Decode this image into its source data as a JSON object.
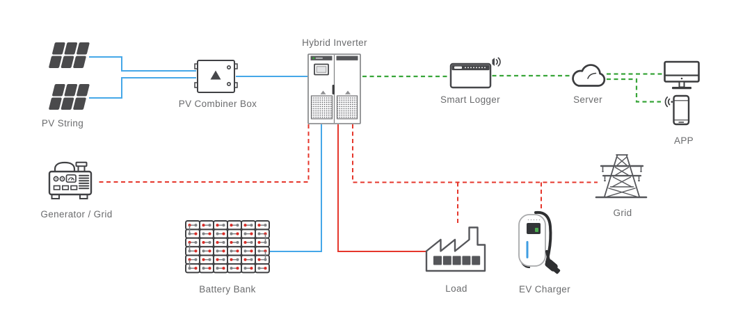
{
  "labels": {
    "pv_string": "PV String",
    "pv_combiner_box": "PV Combiner Box",
    "hybrid_inverter": "Hybrid Inverter",
    "smart_logger": "Smart Logger",
    "server": "Server",
    "app": "APP",
    "generator_grid": "Generator / Grid",
    "battery_bank": "Battery Bank",
    "load": "Load",
    "ev_charger": "EV Charger",
    "grid": "Grid"
  },
  "colors": {
    "pv_dc_blue": "#45a7e8",
    "power_red": "#e5362b",
    "comm_green": "#38a539",
    "icon_dark": "#404144",
    "icon_mid": "#55565a",
    "panel_dark": "#4a4a4c",
    "label_gray": "#6a6b6d",
    "led_blue": "#3f9de2",
    "terminal_red": "#d92b26",
    "terminal_gray": "#808184"
  },
  "connections": [
    {
      "from": "pv_string",
      "to": "pv_combiner_box",
      "style": "solid",
      "color": "blue"
    },
    {
      "from": "pv_combiner_box",
      "to": "hybrid_inverter",
      "style": "solid",
      "color": "blue"
    },
    {
      "from": "hybrid_inverter",
      "to": "battery_bank",
      "style": "solid",
      "color": "blue"
    },
    {
      "from": "hybrid_inverter",
      "to": "load",
      "style": "solid",
      "color": "red"
    },
    {
      "from": "hybrid_inverter",
      "to": "generator_grid",
      "style": "dashed",
      "color": "red"
    },
    {
      "from": "hybrid_inverter",
      "to": "grid",
      "style": "dashed",
      "color": "red"
    },
    {
      "from": "hybrid_inverter",
      "to": "load",
      "style": "dashed",
      "color": "red"
    },
    {
      "from": "hybrid_inverter",
      "to": "ev_charger",
      "style": "dashed",
      "color": "red"
    },
    {
      "from": "hybrid_inverter",
      "to": "smart_logger",
      "style": "dashed",
      "color": "green"
    },
    {
      "from": "smart_logger",
      "to": "server",
      "style": "dashed",
      "color": "green"
    },
    {
      "from": "server",
      "to": "monitor",
      "style": "dashed",
      "color": "green"
    },
    {
      "from": "server",
      "to": "app",
      "style": "dashed",
      "color": "green"
    }
  ]
}
